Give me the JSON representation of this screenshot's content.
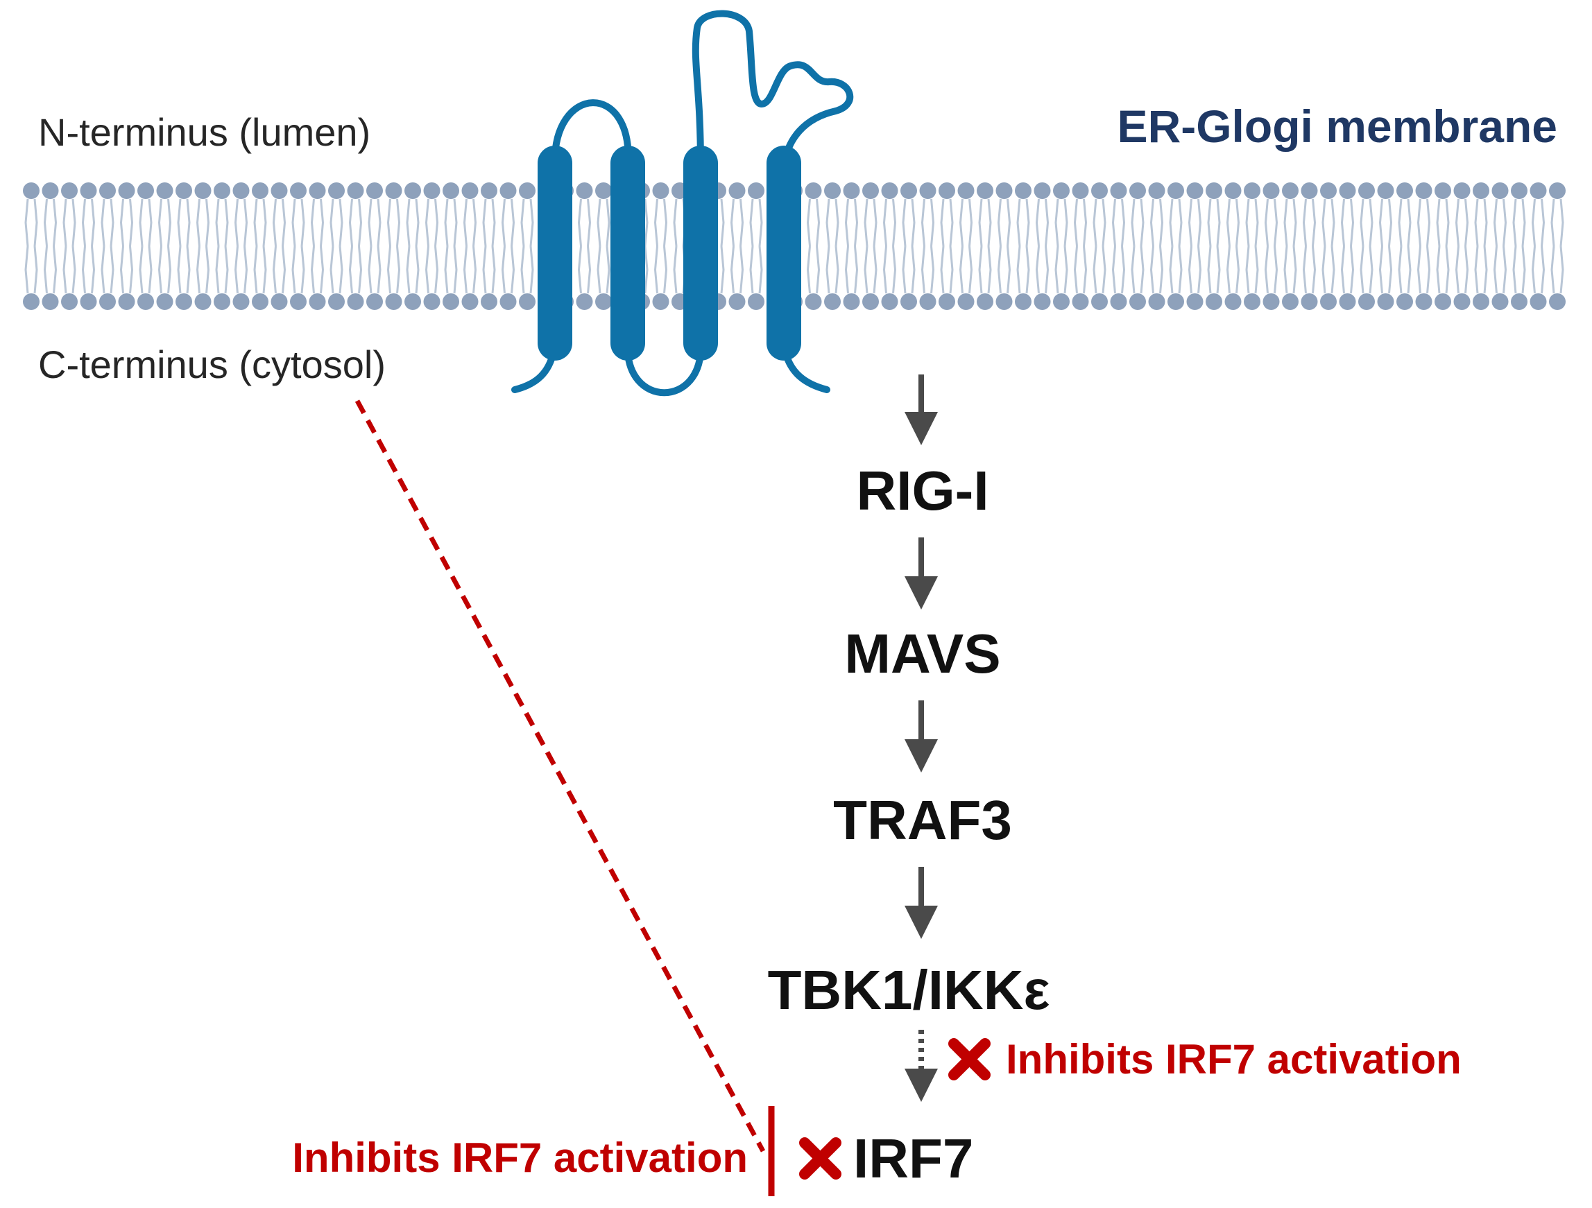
{
  "labels": {
    "n_terminus": "N-terminus (lumen)",
    "c_terminus": "C-terminus (cytosol)",
    "membrane_title": "ER-Glogi membrane"
  },
  "pathway": {
    "nodes": [
      "RIG-I",
      "MAVS",
      "TRAF3",
      "TBK1/IKKε",
      "IRF7"
    ]
  },
  "inhibition": {
    "right_label": "Inhibits IRF7 activation",
    "left_label": "Inhibits IRF7 activation"
  },
  "colors": {
    "membrane_title": "#1f3864",
    "protein": "#0f72a8",
    "lipid_head": "#8ea1bb",
    "lipid_tail": "#b9c6d6",
    "arrow": "#4a4a4a",
    "inhibition": "#c00000",
    "text": "#111111"
  },
  "icons": {
    "cross": "x-mark-icon",
    "arrow": "down-arrow-icon"
  }
}
